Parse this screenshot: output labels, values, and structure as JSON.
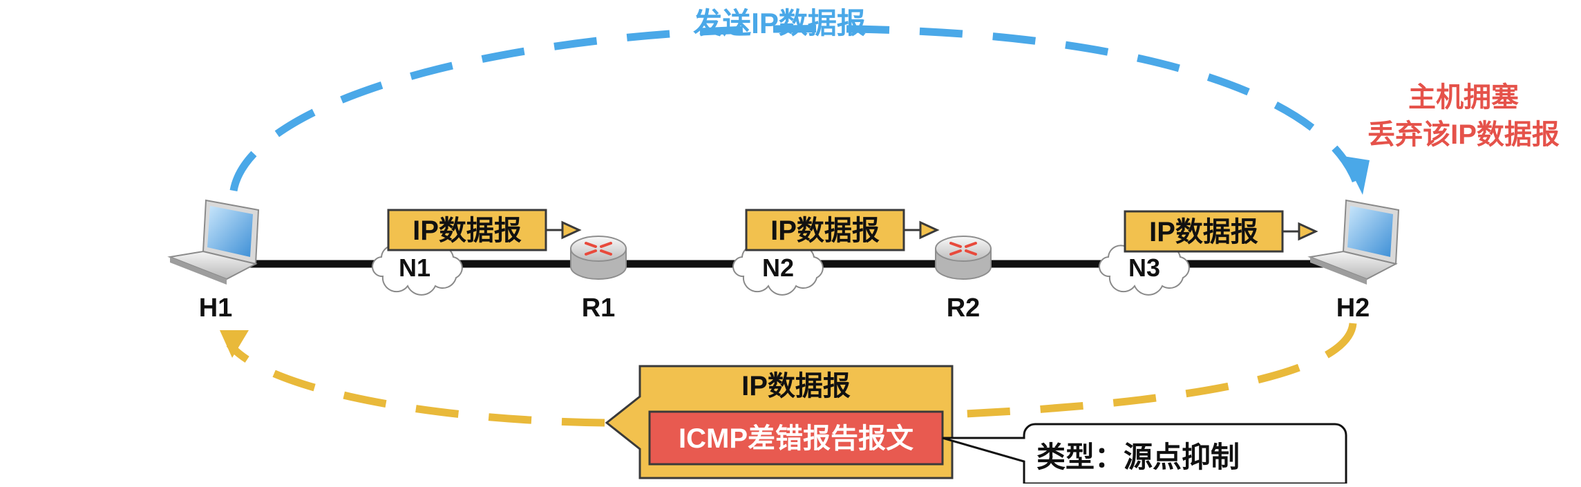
{
  "top_label": "发送IP数据报",
  "congestion": {
    "line1": "主机拥塞",
    "line2": "丢弃该IP数据报"
  },
  "nodes": {
    "h1": "H1",
    "h2": "H2",
    "r1": "R1",
    "r2": "R2",
    "n1": "N1",
    "n2": "N2",
    "n3": "N3"
  },
  "datagram_label": "IP数据报",
  "return_packet": {
    "outer_label": "IP数据报",
    "inner_label": "ICMP差错报告报文"
  },
  "callout": "类型：源点抑制",
  "colors": {
    "blue_arrow": "#4aa8e8",
    "yellow_arrow": "#e9b93a",
    "packet_fill": "#f2c14e",
    "packet_stroke": "#3a3a3a",
    "icmp_fill": "#e85a50",
    "red_text": "#e5524a",
    "link": "#111111"
  }
}
